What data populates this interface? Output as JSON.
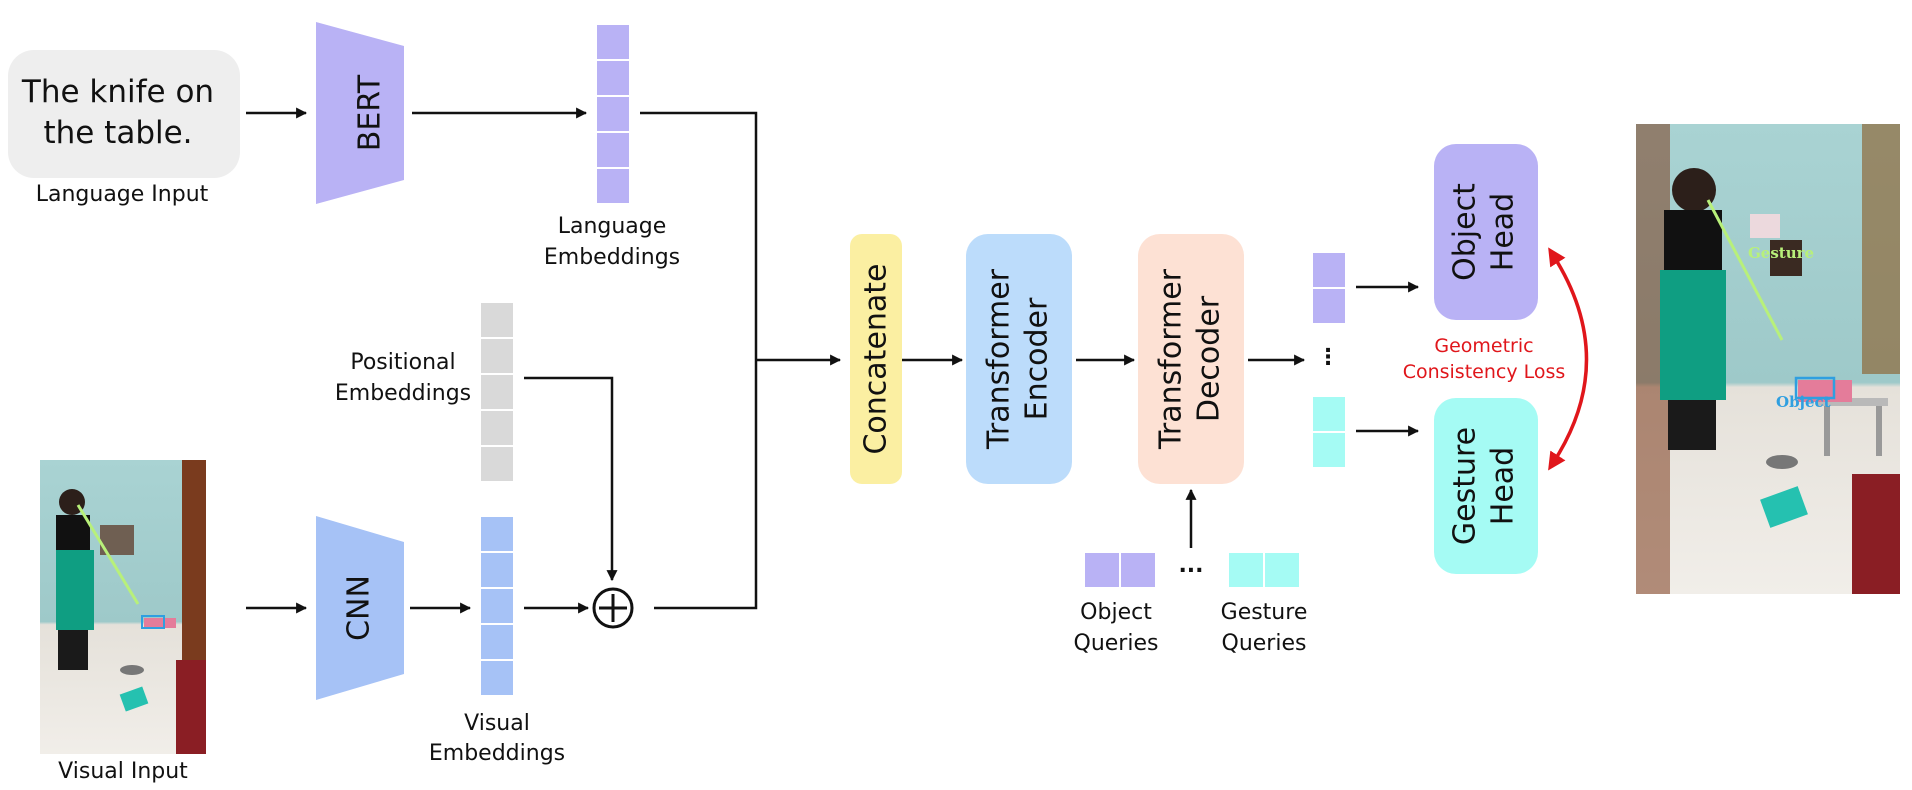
{
  "language_input": {
    "text_line1": "The knife on",
    "text_line2": "the table.",
    "caption": "Language Input"
  },
  "bert": {
    "label": "BERT"
  },
  "language_embeddings": {
    "line1": "Language",
    "line2": "Embeddings"
  },
  "positional_embeddings": {
    "line1": "Positional",
    "line2": "Embeddings"
  },
  "visual_input": {
    "caption": "Visual Input"
  },
  "cnn": {
    "label": "CNN"
  },
  "visual_embeddings": {
    "line1": "Visual",
    "line2": "Embeddings"
  },
  "sum_symbol": "+",
  "concatenate": {
    "label": "Concatenate"
  },
  "encoder": {
    "line1": "Transformer",
    "line2": "Encoder"
  },
  "decoder": {
    "line1": "Transformer",
    "line2": "Decoder"
  },
  "object_queries": {
    "line1": "Object",
    "line2": "Queries"
  },
  "gesture_queries": {
    "line1": "Gesture",
    "line2": "Queries"
  },
  "ellipsis": "...",
  "outputs_ellipsis": "⋮",
  "object_head": {
    "line1": "Object",
    "line2": "Head"
  },
  "gesture_head": {
    "line1": "Gesture",
    "line2": "Head"
  },
  "loss": {
    "line1": "Geometric",
    "line2": "Consistency Loss"
  },
  "output_image": {
    "gesture_tag": "Gesture",
    "object_tag": "Object"
  },
  "colors": {
    "purple": "#b9b2f5",
    "blue": "#a6c2f6",
    "gray": "#d9d9d9",
    "yellow": "#fbefa2",
    "encoder": "#bcdcfb",
    "decoder": "#fde1d4",
    "cyan": "#a5fbf4",
    "red": "#e0161b",
    "gesture_line": "#b8f07a"
  }
}
